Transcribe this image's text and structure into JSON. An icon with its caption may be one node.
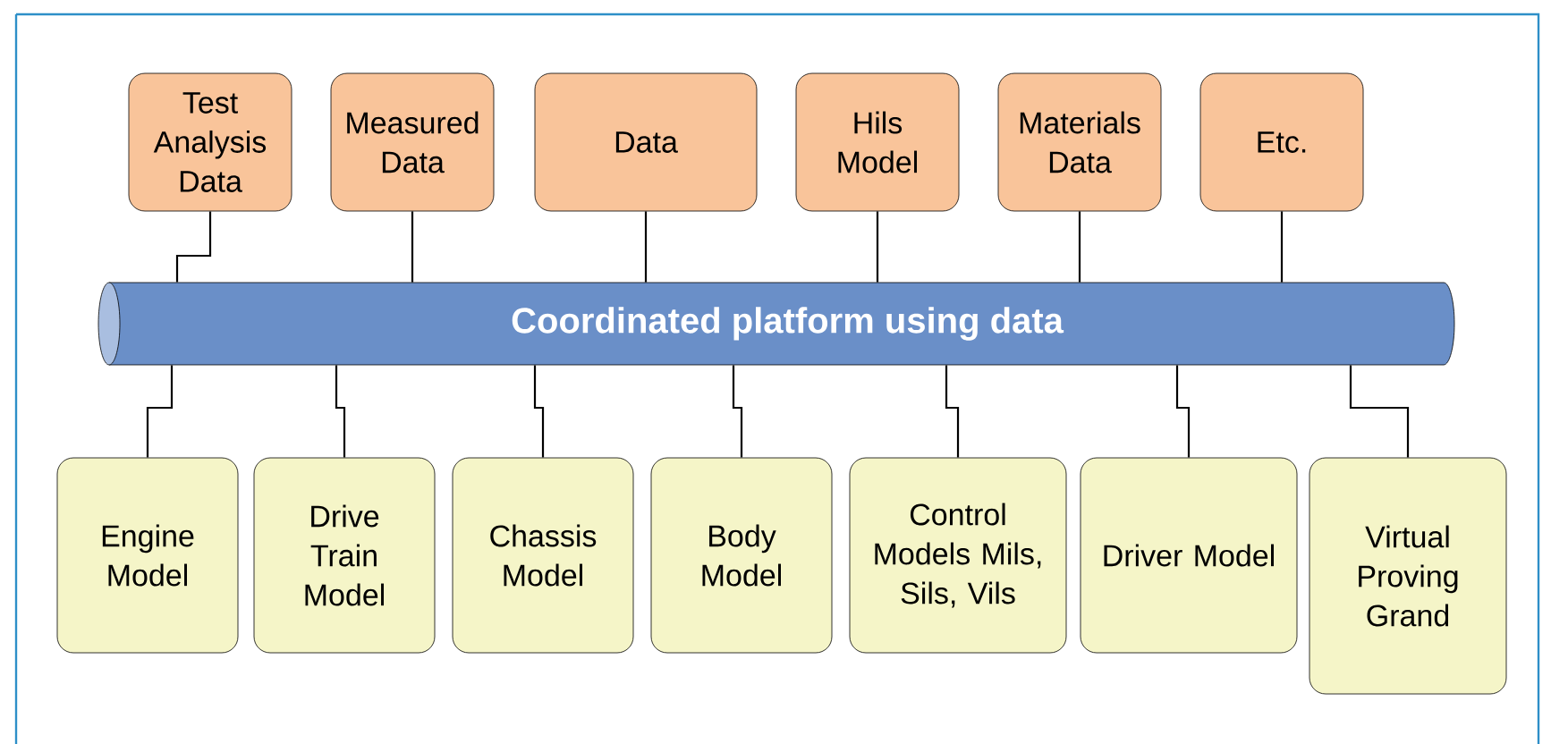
{
  "diagram": {
    "nodes": [
      {
        "text": [
          "Test Analysis Data"
        ]
      },
      {
        "text": [
          "Measured Data"
        ]
      },
      {
        "text": [
          "Data"
        ]
      },
      {
        "text": [
          "Hils Model"
        ]
      },
      {
        "text": [
          "Materials Data"
        ]
      },
      {
        "text": [
          "Etc."
        ]
      },
      {
        "text": [
          "Coordinated platform using data"
        ]
      },
      {
        "text": [
          "Engine Model"
        ]
      },
      {
        "text": [
          "Drive Train Model"
        ]
      },
      {
        "text": [
          "Chassis Model"
        ]
      },
      {
        "text": [
          "Body Model"
        ]
      },
      {
        "text": [
          "Control Models Mils, Sils, Vils"
        ]
      },
      {
        "text": [
          "Driver Model"
        ]
      },
      {
        "text": [
          "Virtual Proving Grand"
        ]
      }
    ],
    "edges": [
      {
        "from": 0,
        "to": 6,
        "arrow": "none"
      },
      {
        "from": 1,
        "to": 6,
        "arrow": "none"
      },
      {
        "from": 2,
        "to": 6,
        "arrow": "none"
      },
      {
        "from": 3,
        "to": 6,
        "arrow": "none"
      },
      {
        "from": 4,
        "to": 6,
        "arrow": "none"
      },
      {
        "from": 5,
        "to": 6,
        "arrow": "none"
      },
      {
        "from": 6,
        "to": 7,
        "arrow": "none"
      },
      {
        "from": 6,
        "to": 8,
        "arrow": "none"
      },
      {
        "from": 6,
        "to": 9,
        "arrow": "none"
      },
      {
        "from": 6,
        "to": 10,
        "arrow": "none"
      },
      {
        "from": 6,
        "to": 11,
        "arrow": "none"
      },
      {
        "from": 6,
        "to": 12,
        "arrow": "none"
      },
      {
        "from": 6,
        "to": 13,
        "arrow": "none"
      }
    ]
  }
}
